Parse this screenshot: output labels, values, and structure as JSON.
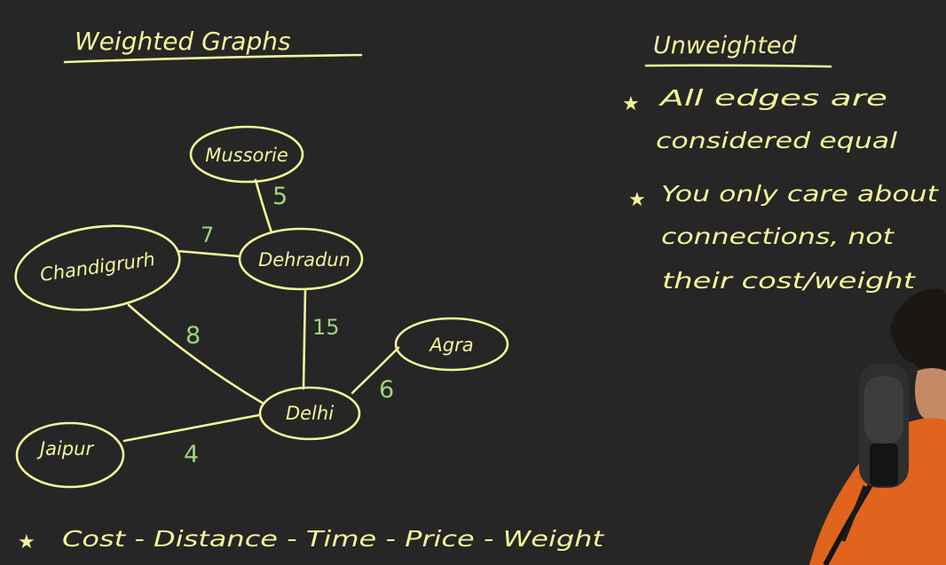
{
  "title": "Weighted Graphs",
  "nodes": {
    "mussoorie": "Mussorie",
    "chandigarh": "Chandigrurh",
    "dehradun": "Dehradun",
    "agra": "Agra",
    "delhi": "Delhi",
    "jaipur": "Jaipur"
  },
  "edges": {
    "mussoorie_dehradun": "5",
    "chandigarh_dehradun": "7",
    "chandigarh_delhi": "8",
    "dehradun_delhi": "15",
    "delhi_agra": "6",
    "delhi_jaipur": "4"
  },
  "bottom_note": "Cost - Distance - Time - Price - Weight",
  "unweighted": {
    "heading": "Unweighted",
    "bullet1_line1": "All edges  are",
    "bullet1_line2": "considered equal",
    "bullet2_line1": "You only care about",
    "bullet2_line2": "connections, not",
    "bullet2_line3": "their cost/weight"
  },
  "colors": {
    "background": "#262626",
    "ink": "#f4f39a",
    "weight": "#9fd47c",
    "presenter_shirt": "#e0631e"
  }
}
